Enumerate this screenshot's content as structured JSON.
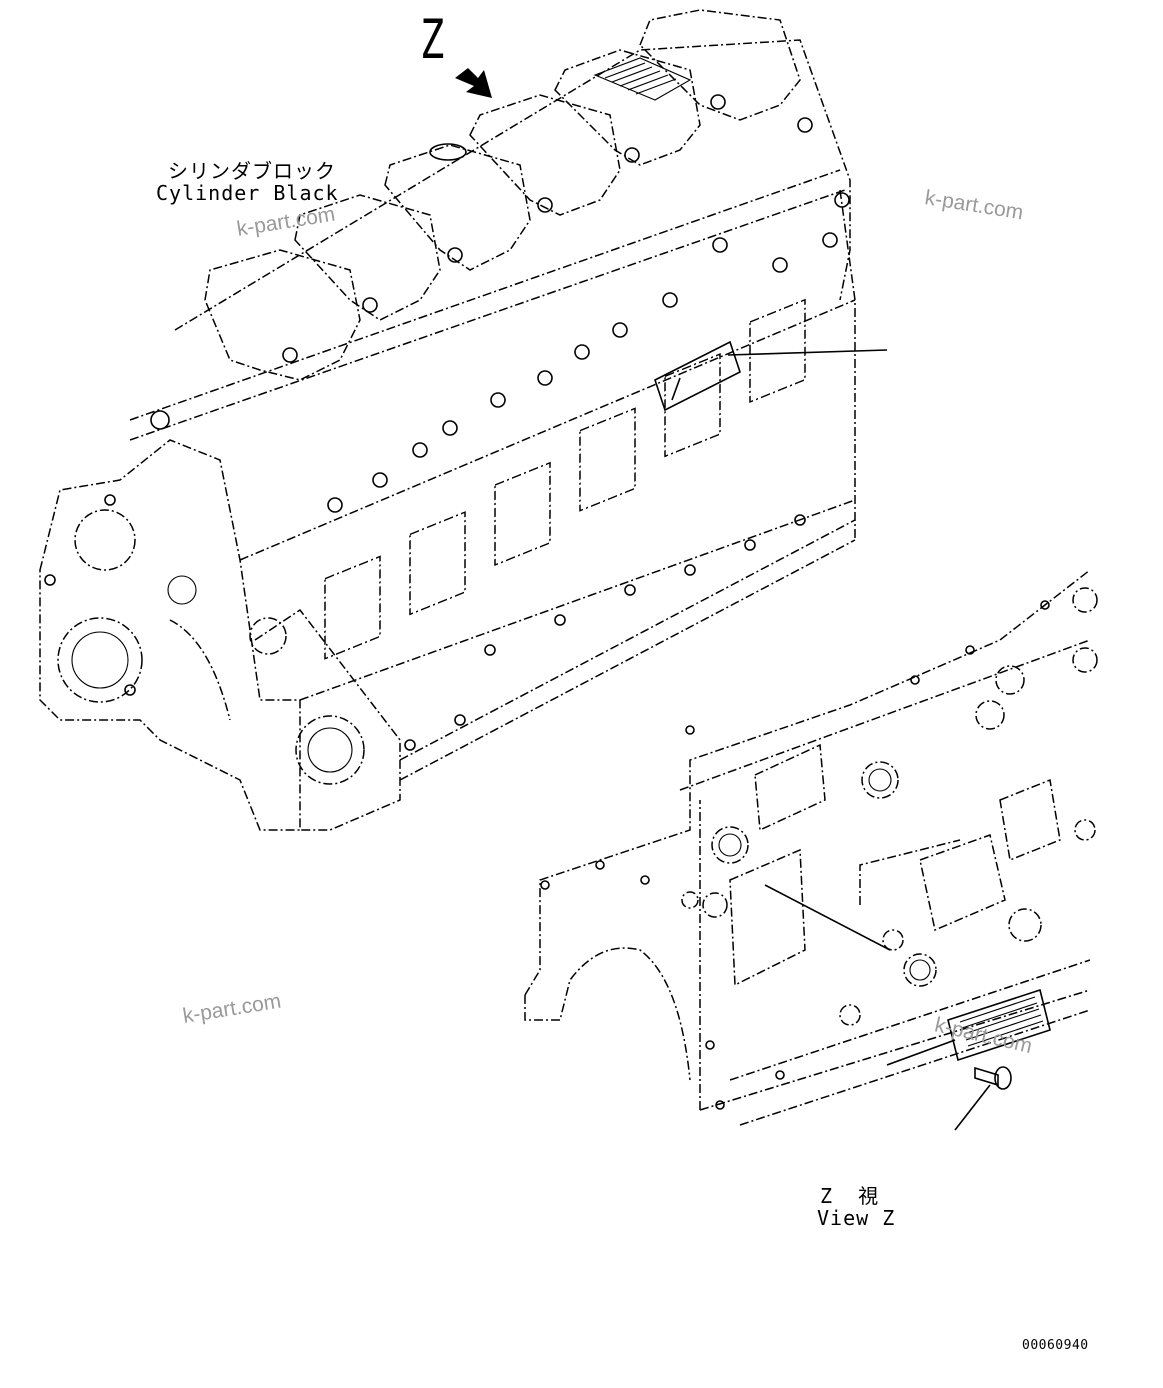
{
  "view_marker": {
    "letter": "Z"
  },
  "labels": {
    "cylinder_jp": "シリンダブロック",
    "cylinder_en": "Cylinder Black",
    "view_jp": "Z 視",
    "view_en": "View Z"
  },
  "watermarks": [
    "k-part.com",
    "k-part.com",
    "k-part.com",
    "k-part.com"
  ],
  "drawing_number": "00060940"
}
